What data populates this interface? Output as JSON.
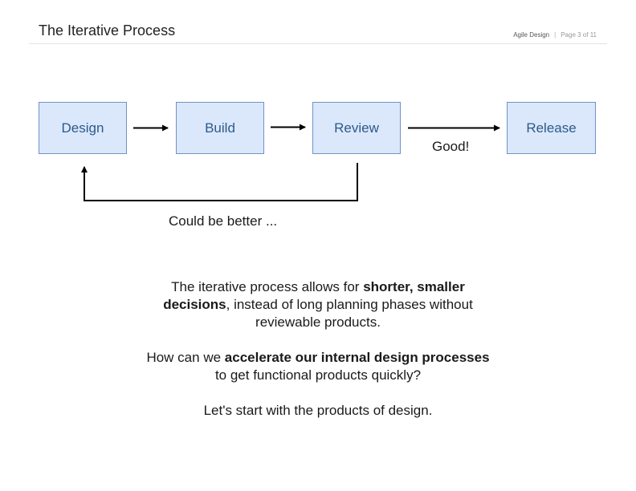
{
  "header": {
    "title": "The Iterative Process",
    "deck": "Agile Design",
    "separator": "|",
    "page": "Page 3 of 11"
  },
  "diagram": {
    "nodes": {
      "design": "Design",
      "build": "Build",
      "review": "Review",
      "release": "Release"
    },
    "edge_labels": {
      "good": "Good!",
      "could_be_better": "Could be better ..."
    }
  },
  "body": {
    "p1_a": "The iterative process allows for ",
    "p1_b": "shorter, smaller decisions",
    "p1_c": ", instead of long planning phases without reviewable products.",
    "p2_a": "How can we ",
    "p2_b": "accelerate our internal design processes",
    "p2_c": " to get functional products quickly?",
    "p3": "Let's start with the products of design."
  }
}
